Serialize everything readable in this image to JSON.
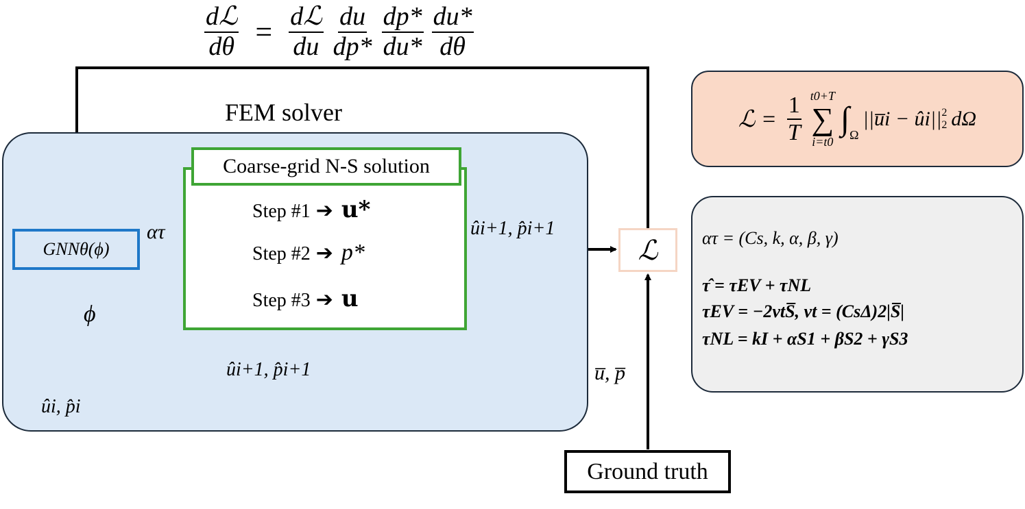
{
  "gradient_equation": {
    "lhs_num": "dℒ",
    "lhs_den": "dθ",
    "equals": "=",
    "factors": [
      {
        "num": "dℒ",
        "den": "du"
      },
      {
        "num": "du",
        "den": "dp*"
      },
      {
        "num": "dp*",
        "den": "du*"
      },
      {
        "num": "du*",
        "den": "dθ"
      }
    ]
  },
  "fem_solver": {
    "title": "FEM solver"
  },
  "gnn": {
    "label": "GNNθ(ϕ)"
  },
  "ns_solution": {
    "title": "Coarse-grid N-S solution",
    "steps": [
      {
        "label": "Step #1",
        "arrow": "➔",
        "output": "u*"
      },
      {
        "label": "Step #2",
        "arrow": "➔",
        "output": "p*"
      },
      {
        "label": "Step #3",
        "arrow": "➔",
        "output": "u"
      }
    ]
  },
  "labels": {
    "alpha_tau": "ατ",
    "output_forward": "ûi+1, p̂i+1",
    "output_feedback": "ûi+1, p̂i+1",
    "phi": "ϕ",
    "input": "ûi, p̂i",
    "ground_truth_vars": "u̅, p̅"
  },
  "loss_node": {
    "symbol": "ℒ"
  },
  "ground_truth": {
    "label": "Ground truth"
  },
  "loss_formula": {
    "lhs": "ℒ =",
    "frac_num": "1",
    "frac_den": "T",
    "sum_upper": "t0+T",
    "sum_lower": "i=t0",
    "integral_sub": "Ω",
    "integrand": "||u̅i − ûi||",
    "norm_sub": "2",
    "norm_sup": "2",
    "measure": "dΩ"
  },
  "parameters": {
    "alpha_def": "ατ = (Cs, k, α, β, γ)",
    "tau_hat": "τ̂ = τEV + τNL",
    "tau_ev": "τEV = −2νtS̅, νt = (CsΔ)2|S̅|",
    "tau_nl": "τNL = kI + αS1 + βS2 + γS3"
  }
}
